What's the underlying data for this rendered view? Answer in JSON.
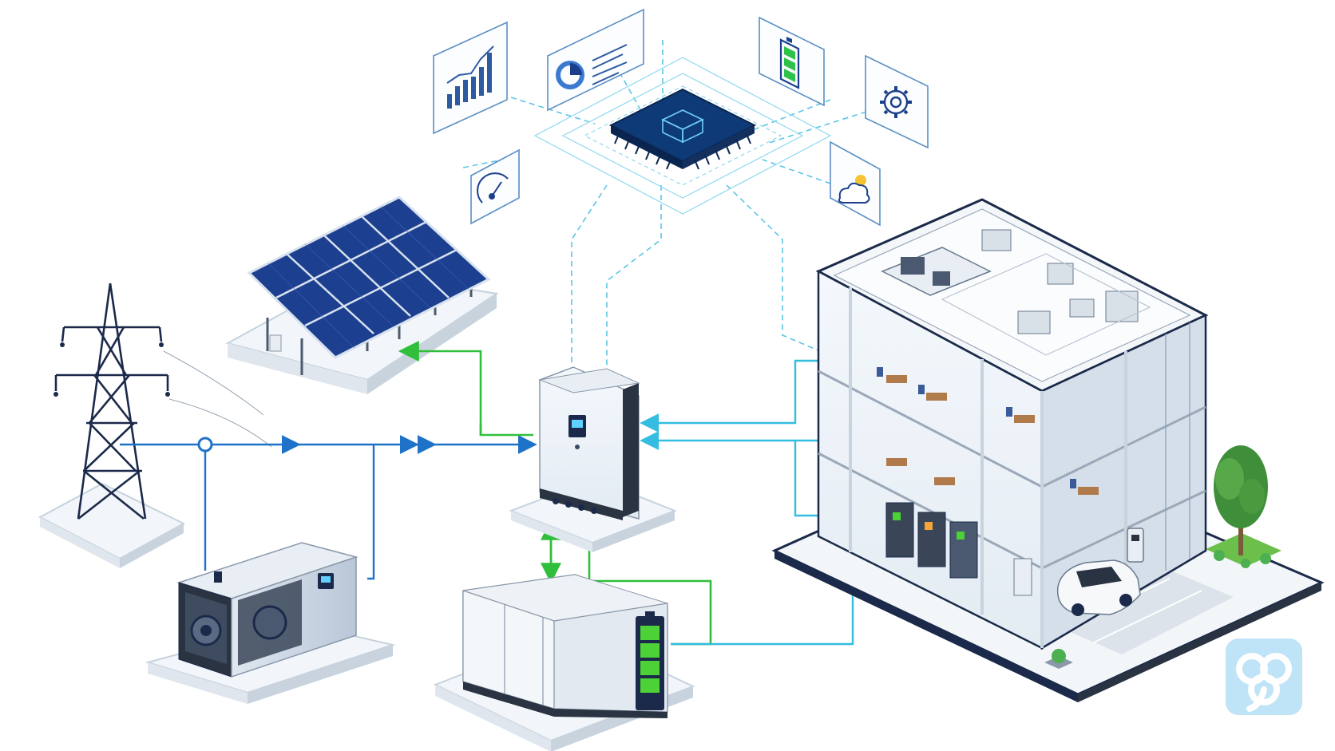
{
  "diagram": {
    "kind": "microgrid-energy-management",
    "colors": {
      "background": "#ffffff",
      "grid_line": "#1e73c8",
      "green_line": "#2fbf3a",
      "cyan_line": "#34bde0",
      "dashed_line": "#5cc6e6",
      "navy": "#1b2a4a",
      "solar_cell": "#1d3f8f",
      "chip": "#0f3a78",
      "battery_green": "#4cd137",
      "watermark": "#7fc6ee"
    },
    "nodes": [
      {
        "id": "controller-chip",
        "icon": "microchip-icon"
      },
      {
        "id": "power-tower",
        "icon": "transmission-tower-icon"
      },
      {
        "id": "solar-array",
        "icon": "solar-panel-icon"
      },
      {
        "id": "inverter",
        "icon": "inverter-icon"
      },
      {
        "id": "diesel-generator",
        "icon": "generator-icon"
      },
      {
        "id": "battery-storage",
        "icon": "battery-cabinet-icon"
      },
      {
        "id": "commercial-building",
        "icon": "building-icon"
      },
      {
        "id": "tree",
        "icon": "tree-icon"
      },
      {
        "id": "electric-car",
        "icon": "car-icon"
      }
    ],
    "monitor_cards": [
      {
        "id": "analytics",
        "icon": "bar-chart-icon"
      },
      {
        "id": "dashboard",
        "icon": "pie-report-icon"
      },
      {
        "id": "battery-level",
        "icon": "battery-icon"
      },
      {
        "id": "settings",
        "icon": "gear-icon"
      },
      {
        "id": "performance",
        "icon": "gauge-icon"
      },
      {
        "id": "weather",
        "icon": "weather-icon"
      }
    ],
    "connections": [
      {
        "from": "power-tower",
        "to": "inverter",
        "style": "grid"
      },
      {
        "from": "diesel-generator",
        "to": "inverter",
        "style": "grid"
      },
      {
        "from": "inverter",
        "to": "solar-array",
        "style": "green"
      },
      {
        "from": "inverter",
        "to": "battery-storage",
        "style": "green"
      },
      {
        "from": "commercial-building",
        "to": "inverter",
        "style": "cyan"
      },
      {
        "from": "battery-storage",
        "to": "commercial-building",
        "style": "cyan"
      },
      {
        "from": "controller-chip",
        "to": "inverter",
        "style": "dashed"
      },
      {
        "from": "controller-chip",
        "to": "commercial-building",
        "style": "dashed"
      }
    ],
    "watermark_icon": "clover-logo-icon"
  }
}
